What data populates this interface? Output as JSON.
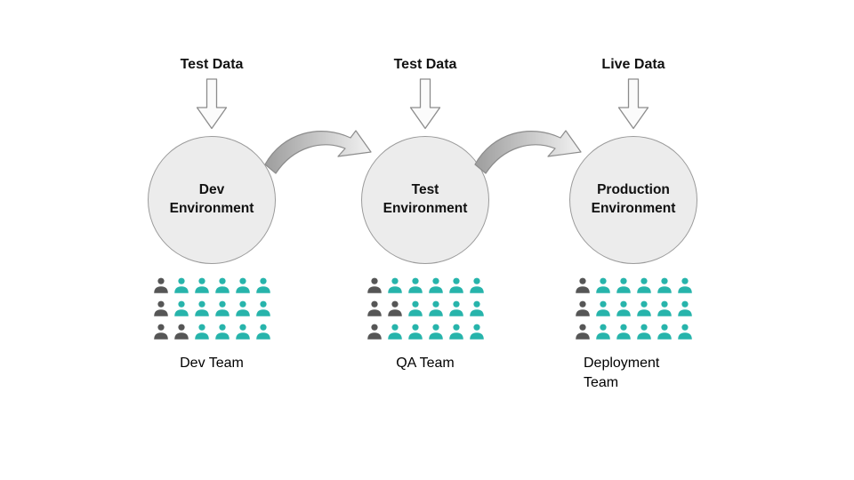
{
  "diagram": {
    "columns": [
      {
        "data_label": "Test Data",
        "env_label": "Dev Environment",
        "team_label": "Dev Team",
        "icon_grid": [
          "DTTTTT",
          "DTTTTT",
          "DDTTTT"
        ]
      },
      {
        "data_label": "Test Data",
        "env_label": "Test Environment",
        "team_label": "QA Team",
        "icon_grid": [
          "DTTTTT",
          "DDTTTT",
          "DTTTTT"
        ]
      },
      {
        "data_label": "Live Data",
        "env_label": "Production Environment",
        "team_label": "Deployment Team",
        "icon_grid": [
          "DTTTTT",
          "DTTTTT",
          "DTTTTT"
        ]
      }
    ],
    "colors": {
      "person_teal": "#27b4ab",
      "person_dark": "#565656",
      "circle_fill": "#ececec",
      "circle_border": "#9b9b9b",
      "arrow_fill": "#fbfbfb",
      "arrow_border": "#8c8c8c"
    }
  }
}
